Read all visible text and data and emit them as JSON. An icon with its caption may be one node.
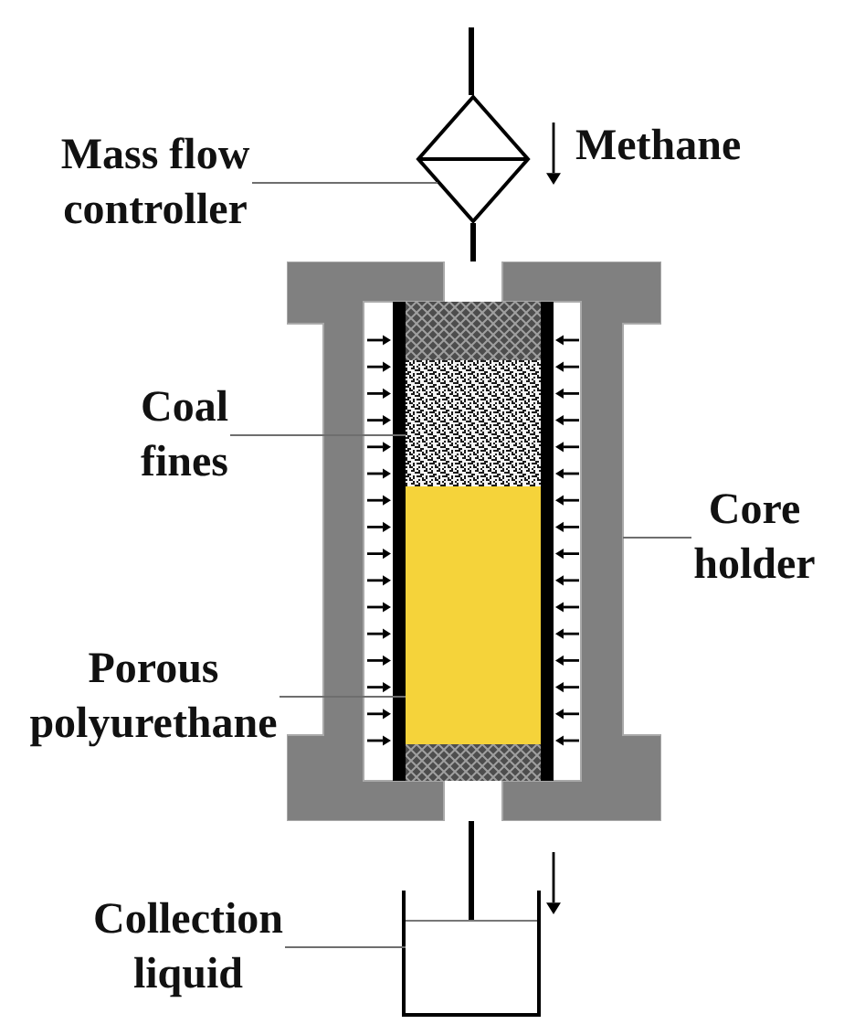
{
  "diagram": {
    "nodes": [
      {
        "text": [
          "Mass flow controller"
        ]
      },
      {
        "text": [],
        "shape": "diamond"
      },
      {
        "text": [
          "Coal fines"
        ]
      },
      {
        "text": [
          "Core holder"
        ]
      },
      {
        "text": [],
        "shape": "picture"
      },
      {
        "text": [],
        "shape": "box",
        "in": 4
      },
      {
        "text": [],
        "shape": "box",
        "in": 4
      },
      {
        "text": [
          "Porous polyurethane"
        ]
      },
      {
        "text": [],
        "shape": "box",
        "in": 4
      },
      {
        "text": [],
        "shape": "box",
        "in": 4
      },
      {
        "text": [
          "Collection liquid"
        ]
      },
      {
        "text": [],
        "shape": "box"
      }
    ],
    "edges": [
      {
        "from": null,
        "to": 1,
        "arrow": "none",
        "style": "thick",
        "color": "#000000"
      },
      {
        "from": 1,
        "to": 4,
        "arrow": "none",
        "style": "thick",
        "color": "#000000"
      },
      {
        "from": 4,
        "to": 11,
        "arrow": "none",
        "style": "thick",
        "color": "#000000"
      },
      {
        "from": 0,
        "to": 1,
        "arrow": "none"
      },
      {
        "from": 2,
        "to": 6,
        "arrow": "none"
      },
      {
        "from": 3,
        "to": 4,
        "arrow": "none"
      },
      {
        "from": 7,
        "to": 8,
        "arrow": "none"
      },
      {
        "from": 10,
        "to": 11,
        "arrow": "none"
      }
    ],
    "labels": [
      "Methane"
    ]
  }
}
